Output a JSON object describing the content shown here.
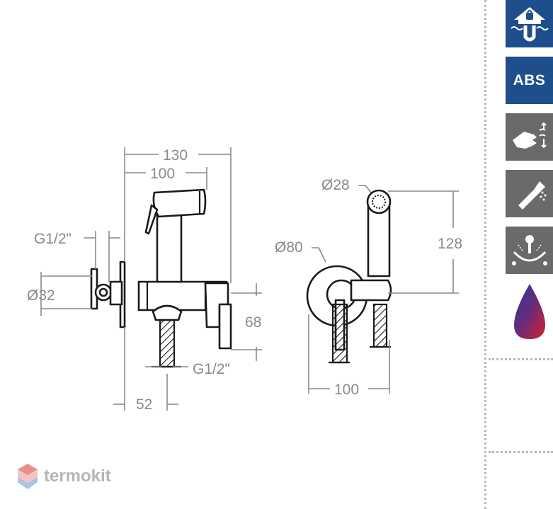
{
  "drawing": {
    "dims": {
      "overall_width": "130",
      "handset_width": "100",
      "thread_top": "G1/2\"",
      "diameter_side": "Ø32",
      "thread_bottom": "G1/2\"",
      "offset_bottom": "52",
      "height_side": "68",
      "holder_height": "128",
      "handset_diameter": "Ø28",
      "plate_diameter": "Ø80",
      "front_width": "100"
    }
  },
  "sidebar": {
    "badges": [
      {
        "icon": "backflow-protection-icon",
        "color": "#1f4e8c"
      },
      {
        "icon": "abs-badge",
        "label": "ABS",
        "color": "#1f4e8c"
      },
      {
        "icon": "hand-wash-icon",
        "color": "#6a6a6a"
      },
      {
        "icon": "hand-shower-icon",
        "color": "#6a6a6a"
      },
      {
        "icon": "hot-cold-control-icon",
        "color": "#6a6a6a"
      },
      {
        "icon": "hot-cold-drop-icon",
        "color": "#1f4e8c"
      }
    ]
  },
  "brand": {
    "name": "termokit"
  }
}
